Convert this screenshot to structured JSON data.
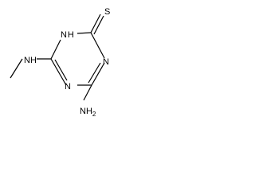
{
  "molecule": {
    "atoms": {
      "thione_S": "S",
      "ring_NH": "N H",
      "ring_N_right": "N",
      "ring_N_bottom": "N",
      "methylamino_NH": "NH",
      "amino_NH2": "NH",
      "amino_subscript": "2"
    }
  },
  "colors": {
    "bond": "#000000",
    "text": "#000000",
    "background": "#ffffff"
  }
}
